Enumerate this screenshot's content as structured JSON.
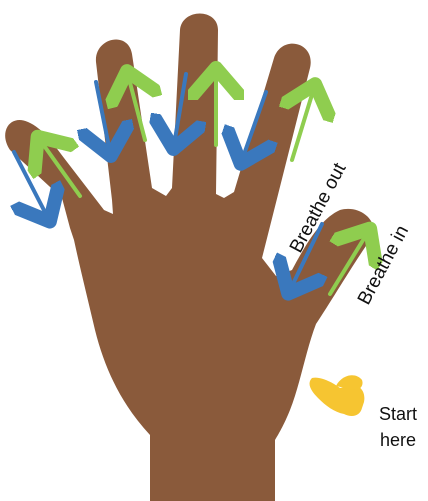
{
  "labels": {
    "breathe_out": "Breathe out",
    "breathe_in": "Breathe in",
    "start_line1": "Start",
    "start_line2": "here"
  },
  "icons": {
    "start_pointer": "pointing-hand-icon"
  },
  "colors": {
    "background": "#ffffff",
    "hand": "#8a5a3b",
    "breathe_out_arrow": "#3a78bd",
    "breathe_in_arrow": "#8fcd4f",
    "pointer": "#f6c531",
    "text": "#111111"
  }
}
